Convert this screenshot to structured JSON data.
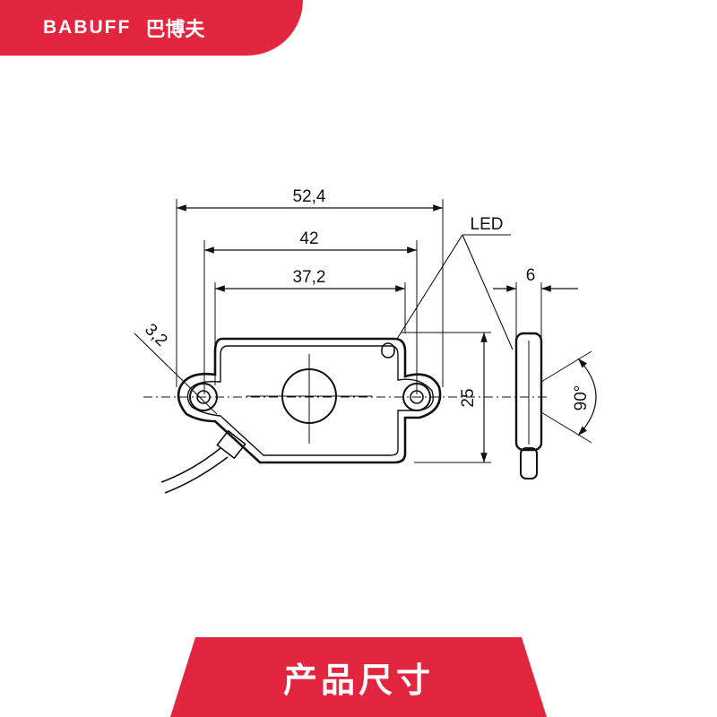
{
  "header": {
    "brand_latin": "BABUFF",
    "brand_cjk": "巴博夫",
    "color": "#e3263f"
  },
  "drawing": {
    "dimensions": {
      "overall_width": "52,4",
      "inner_width": "42",
      "hole_span": "37,2",
      "height": "25",
      "depth": "6",
      "hole_diameter": "3,2",
      "angle": "90°"
    },
    "callout": "LED"
  },
  "footer": {
    "caption": "产品尺寸",
    "color": "#e3263f"
  }
}
